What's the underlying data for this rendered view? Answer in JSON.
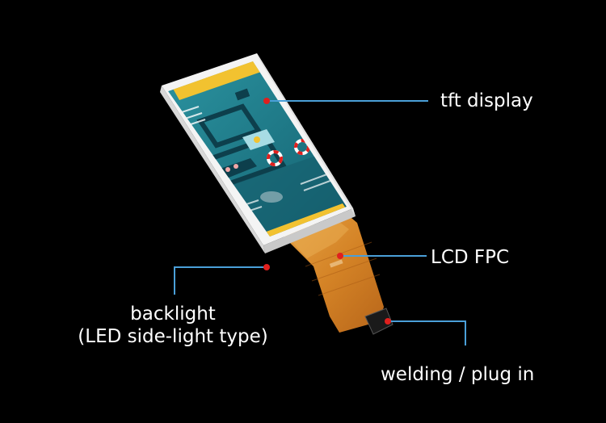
{
  "callouts": {
    "tft_display": "tft display",
    "lcd_fpc": "LCD FPC",
    "backlight_line1": "backlight",
    "backlight_line2": "(LED side-light type)",
    "welding": "welding / plug in"
  },
  "colors": {
    "background": "#000000",
    "leader_line": "#4a9fd8",
    "marker_dot": "#e0201e",
    "fpc_orange": "#d98a2b",
    "screen_teal": "#1d7e8e",
    "banner_yellow": "#f2c230"
  }
}
